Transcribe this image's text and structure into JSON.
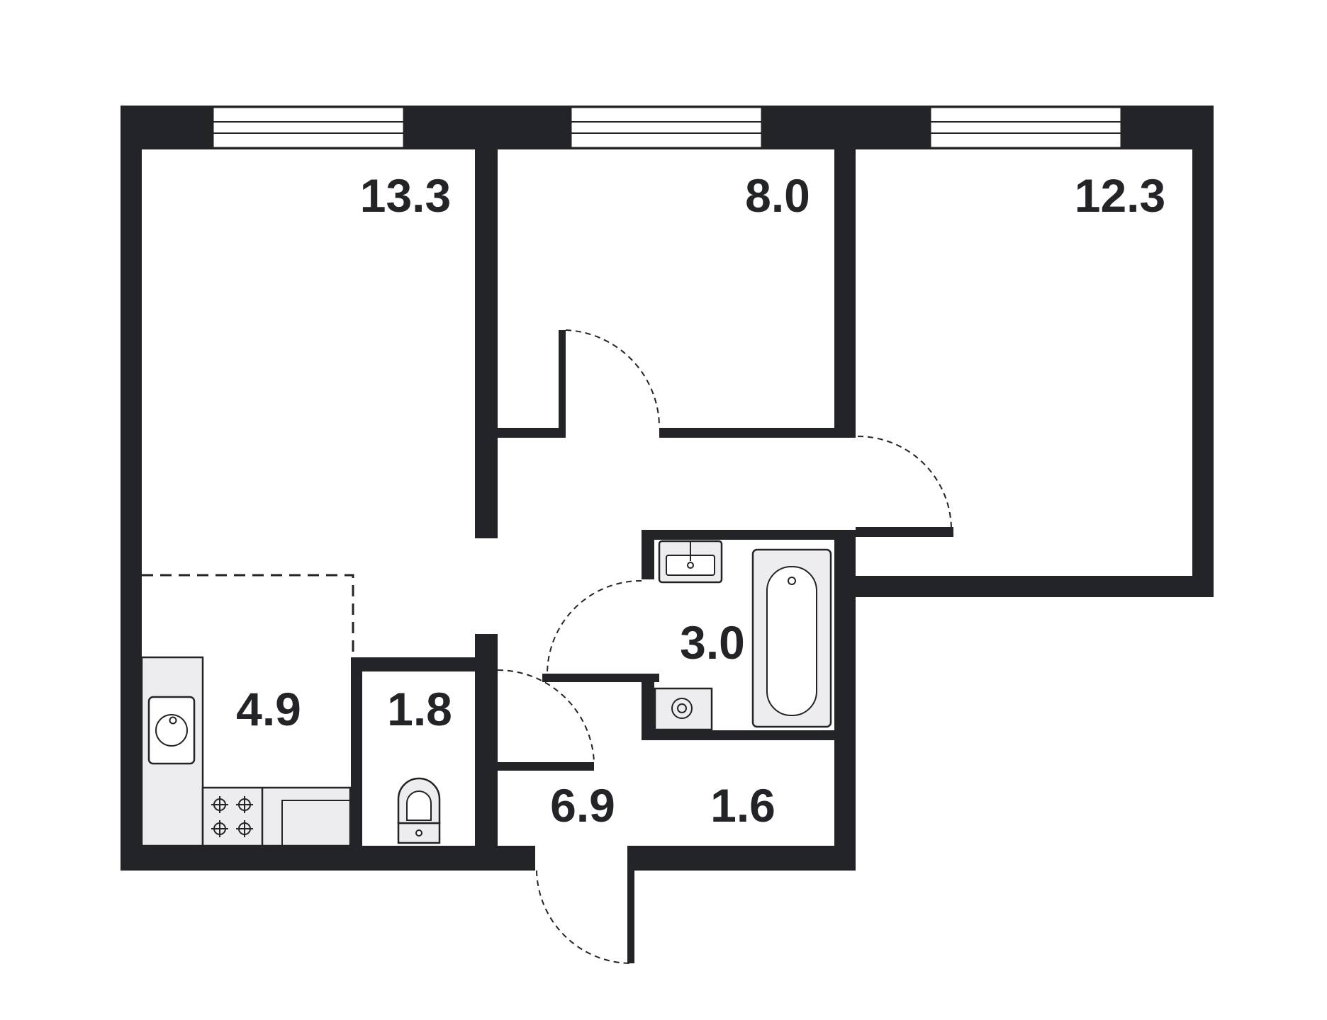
{
  "rooms": [
    {
      "id": "room-1",
      "area": "13.3"
    },
    {
      "id": "room-2",
      "area": "8.0"
    },
    {
      "id": "room-3",
      "area": "12.3"
    },
    {
      "id": "bathroom",
      "area": "3.0"
    },
    {
      "id": "kitchen",
      "area": "4.9"
    },
    {
      "id": "toilet",
      "area": "1.8"
    },
    {
      "id": "hallway",
      "area": "6.9"
    },
    {
      "id": "storage",
      "area": "1.6"
    }
  ],
  "colors": {
    "wall": "#222428",
    "fixture_fill": "#ededef",
    "background": "#ffffff"
  },
  "icons": [
    "window-icon",
    "door-swing-icon",
    "sink-icon",
    "bathtub-icon",
    "washing-machine-icon",
    "toilet-icon",
    "stove-icon",
    "countertop-icon"
  ]
}
